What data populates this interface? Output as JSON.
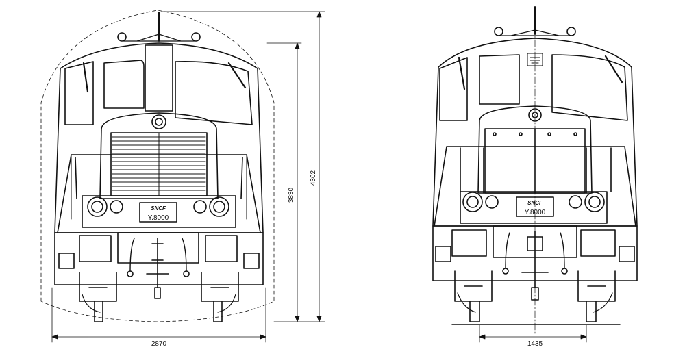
{
  "front_view": {
    "brand": "SNCF",
    "plate": "Y.8000",
    "dim_width": "2870",
    "dim_height": "3830",
    "dim_height_total": "4302"
  },
  "end_view": {
    "brand": "SNCF",
    "plate": "Y.8000",
    "dim_gauge": "1435"
  }
}
